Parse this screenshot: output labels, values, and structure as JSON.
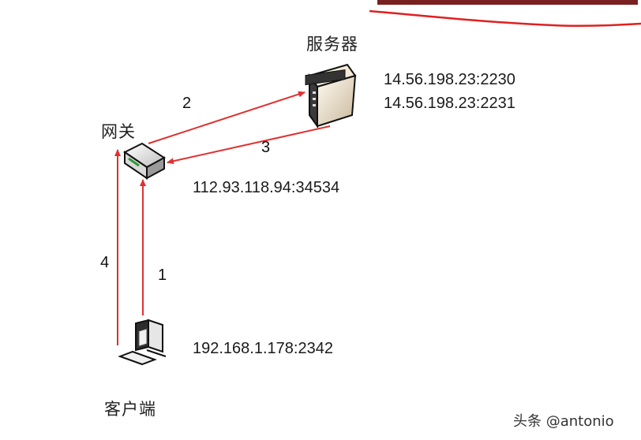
{
  "nodes": {
    "server": {
      "label": "服务器",
      "addresses": [
        "14.56.198.23:2230",
        "14.56.198.23:2231"
      ]
    },
    "gateway": {
      "label": "网关",
      "address": "112.93.118.94:34534"
    },
    "client": {
      "label": "客户端",
      "address": "192.168.1.178:2342"
    }
  },
  "arrows": [
    "1",
    "2",
    "3",
    "4"
  ],
  "watermark": "头条 @antonio",
  "colors": {
    "arrow": "#e03030",
    "stroke_accent": "#e02020"
  }
}
